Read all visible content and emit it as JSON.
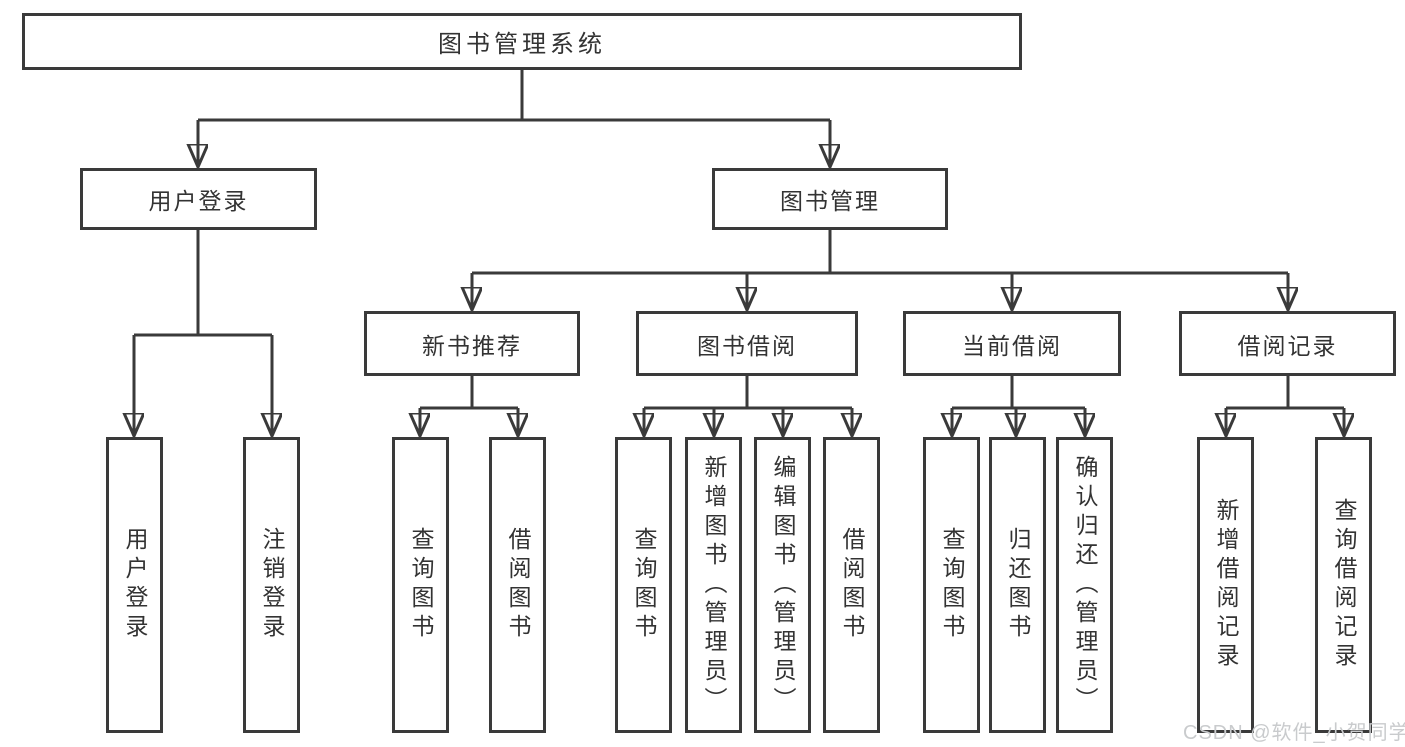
{
  "colors": {
    "background": "#ffffff",
    "line": "#3a3a3a",
    "text": "#333333",
    "watermark": "#c9cbcd"
  },
  "tree": {
    "root": "图书管理系统",
    "children": [
      {
        "label": "用户登录",
        "children": [
          {
            "label": "用户登录"
          },
          {
            "label": "注销登录"
          }
        ]
      },
      {
        "label": "图书管理",
        "children": [
          {
            "label": "新书推荐",
            "children": [
              {
                "label": "查询图书"
              },
              {
                "label": "借阅图书"
              }
            ]
          },
          {
            "label": "图书借阅",
            "children": [
              {
                "label": "查询图书"
              },
              {
                "label": "新增图书（管理员）"
              },
              {
                "label": "编辑图书（管理员）"
              },
              {
                "label": "借阅图书"
              }
            ]
          },
          {
            "label": "当前借阅",
            "children": [
              {
                "label": "查询图书"
              },
              {
                "label": "归还图书"
              },
              {
                "label": "确认归还（管理员）"
              }
            ]
          },
          {
            "label": "借阅记录",
            "children": [
              {
                "label": "新增借阅记录"
              },
              {
                "label": "查询借阅记录"
              }
            ]
          }
        ]
      }
    ]
  },
  "watermark": {
    "text": "CSDN @软件_小贺同学"
  }
}
